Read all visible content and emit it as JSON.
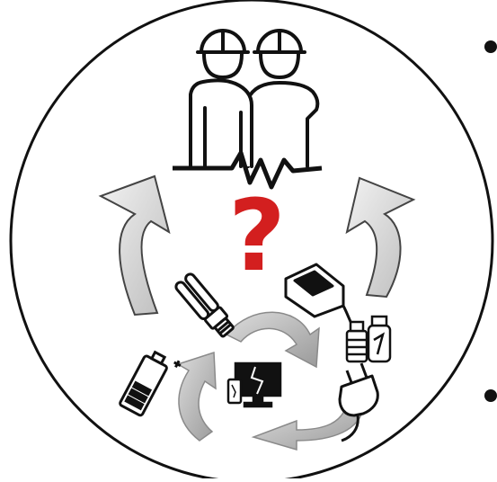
{
  "diagram": {
    "question_mark": "?",
    "colors": {
      "outline": "#111111",
      "question": "#d31f1f",
      "arrow_fill": "#e6e6e6",
      "arrow_stroke": "#555555",
      "recycle_arrow": "#c8c8c8"
    },
    "icons": [
      "workers-hardhat-icon",
      "broken-ground-line",
      "question-mark",
      "curved-arrow-left",
      "curved-arrow-right",
      "cfl-bulb-icon",
      "projector-icon",
      "spray-cans-icon",
      "battery-icon",
      "broken-monitor-phone-icon",
      "plug-icon",
      "recycle-arrows"
    ]
  }
}
